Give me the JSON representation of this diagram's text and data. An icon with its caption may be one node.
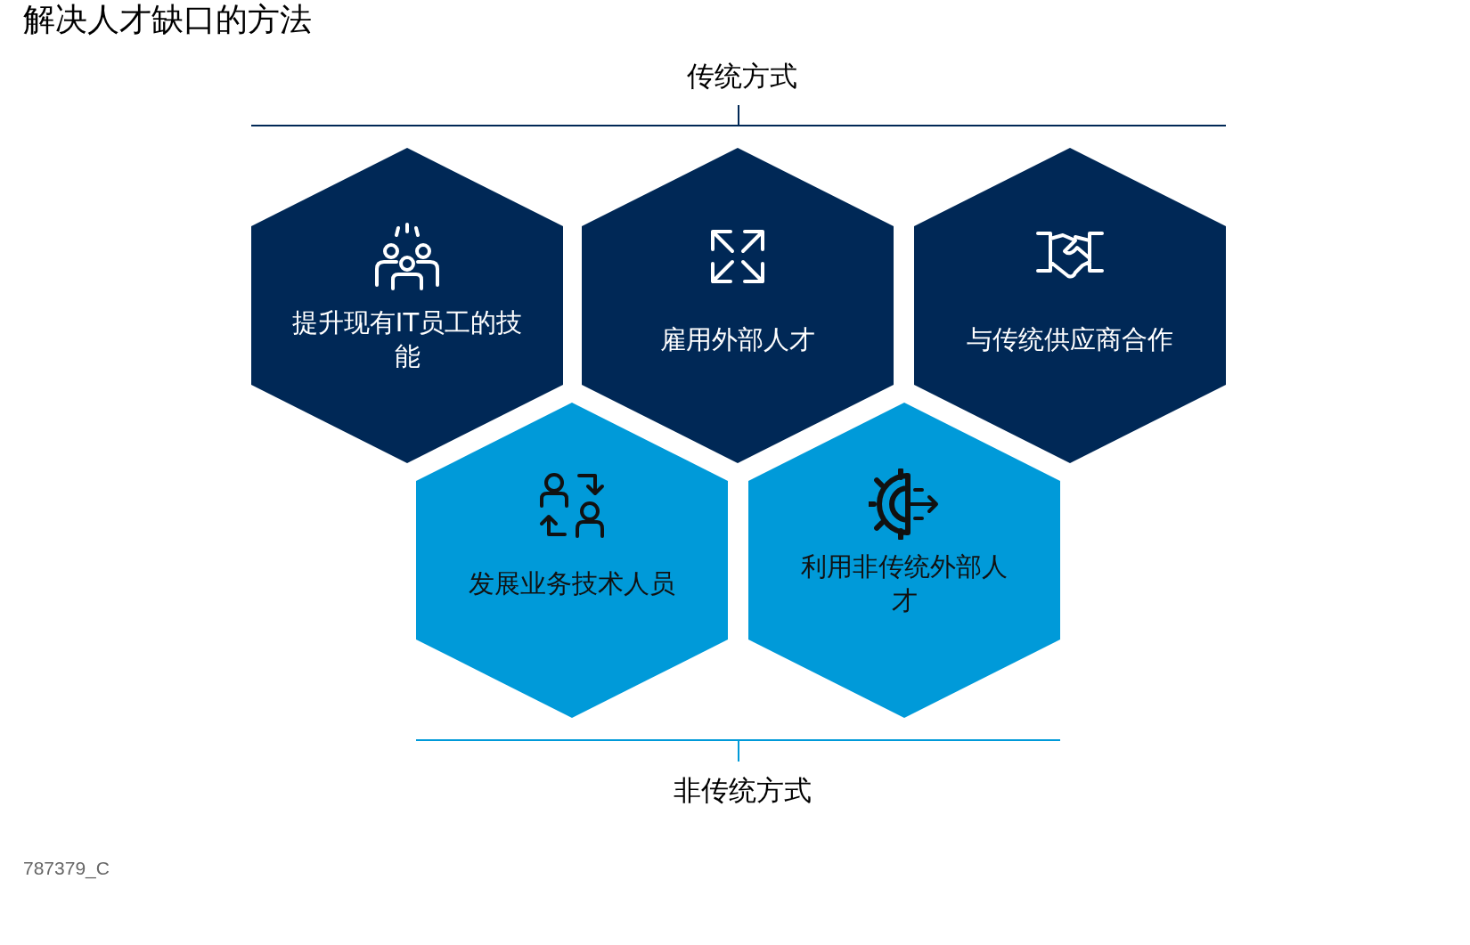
{
  "diagram": {
    "title": "解决人才缺口的方法",
    "nodes": [
      {
        "text": [
          "提升现有IT员工的技能"
        ]
      },
      {
        "text": [
          "雇用外部人才"
        ]
      },
      {
        "text": [
          "与传统供应商合作"
        ]
      },
      {
        "text": [
          "发展业务技术人员"
        ]
      },
      {
        "text": [
          "利用非传统外部人才"
        ]
      }
    ],
    "labels": [
      "传统方式",
      "非传统方式",
      "787379_C"
    ]
  }
}
